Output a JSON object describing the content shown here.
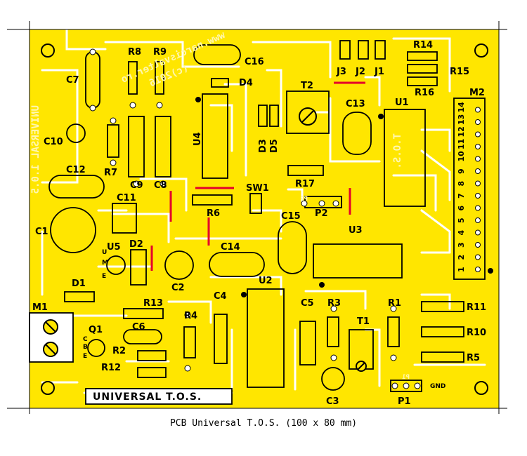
{
  "caption": "PCB Universal T.O.S. (100 x 80 mm)",
  "board": {
    "brand_label": "UNIVERSAL T.O.S.",
    "mirrored_title": "UNIVERSAL 1.0.5",
    "mirrored_url": "www.narcisvalter.ro",
    "mirrored_year": "(c)2016",
    "chip_text": "T.O.S.",
    "gnd_label": "GND",
    "p1_mirror": "P1",
    "p2_mirror": "P2",
    "u5_pins": [
      "U",
      "M",
      "E"
    ],
    "q1_pins": [
      "C",
      "B",
      "E"
    ],
    "m2_pins": [
      "1",
      "2",
      "3",
      "4",
      "5",
      "6",
      "7",
      "8",
      "9",
      "10",
      "11",
      "12",
      "13",
      "14"
    ],
    "components": {
      "r8": "R8",
      "r9": "R9",
      "c7": "C7",
      "c16": "C16",
      "d4": "D4",
      "j3": "J3",
      "j2": "J2",
      "j1": "J1",
      "r14": "R14",
      "r15": "R15",
      "r16": "R16",
      "m2": "M2",
      "c10": "C10",
      "r7": "R7",
      "c9": "C9",
      "c8": "C8",
      "u4": "U4",
      "d3": "D3",
      "d5": "D5",
      "t2": "T2",
      "c13": "C13",
      "u1": "U1",
      "c12": "C12",
      "r17": "R17",
      "sw1": "SW1",
      "c11": "C11",
      "r6": "R6",
      "p2": "P2",
      "c1": "C1",
      "c15": "C15",
      "u3": "U3",
      "u5": "U5",
      "d2": "D2",
      "c14": "C14",
      "c2": "C2",
      "d1": "D1",
      "u2": "U2",
      "m1": "M1",
      "r13": "R13",
      "r4": "R4",
      "c4": "C4",
      "c5": "C5",
      "r3": "R3",
      "r1": "R1",
      "r11": "R11",
      "t1": "T1",
      "r10": "R10",
      "c6": "C6",
      "q1": "Q1",
      "r2": "R2",
      "r12": "R12",
      "r5": "R5",
      "c3": "C3",
      "p1": "P1"
    },
    "colors": {
      "copper": "#ffe600",
      "jumper": "#e4002b",
      "outline": "#000000",
      "board": "#ffffff"
    }
  }
}
